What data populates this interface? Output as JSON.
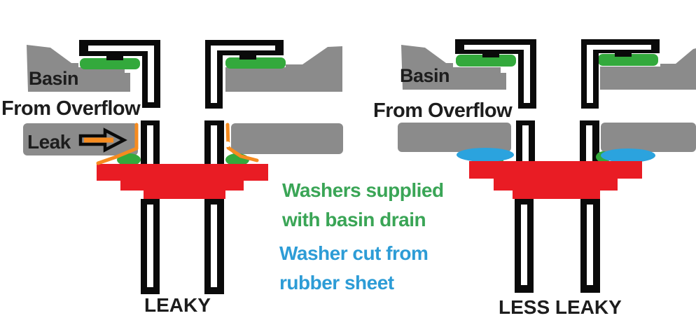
{
  "page": {
    "description": "Hand-drawn cross-section diagram comparing a leaky basin drain assembly with a less leaky one using rubber sheet washers"
  },
  "colors": {
    "background": "#ffffff",
    "gray": "#8b8b8b",
    "black": "#0a0a0a",
    "green_washer": "#33a93c",
    "blue_washer": "#2ba3de",
    "red": "#e91c24",
    "orange": "#f68b1f",
    "green_text": "#3aa556",
    "blue_text": "#2d9cd6",
    "label_text": "#1d1d1d"
  },
  "left_diagram": {
    "basin_label": "Basin",
    "from_overflow_label": "From Overflow",
    "leak_label": "Leak",
    "caption": "LEAKY"
  },
  "right_diagram": {
    "basin_label": "Basin",
    "from_overflow_label": "From Overflow",
    "caption": "LESS LEAKY"
  },
  "legend": {
    "green_note_line1": "Washers supplied",
    "green_note_line2": "with basin drain",
    "blue_note_line1": "Washer cut from",
    "blue_note_line2": "rubber sheet"
  }
}
